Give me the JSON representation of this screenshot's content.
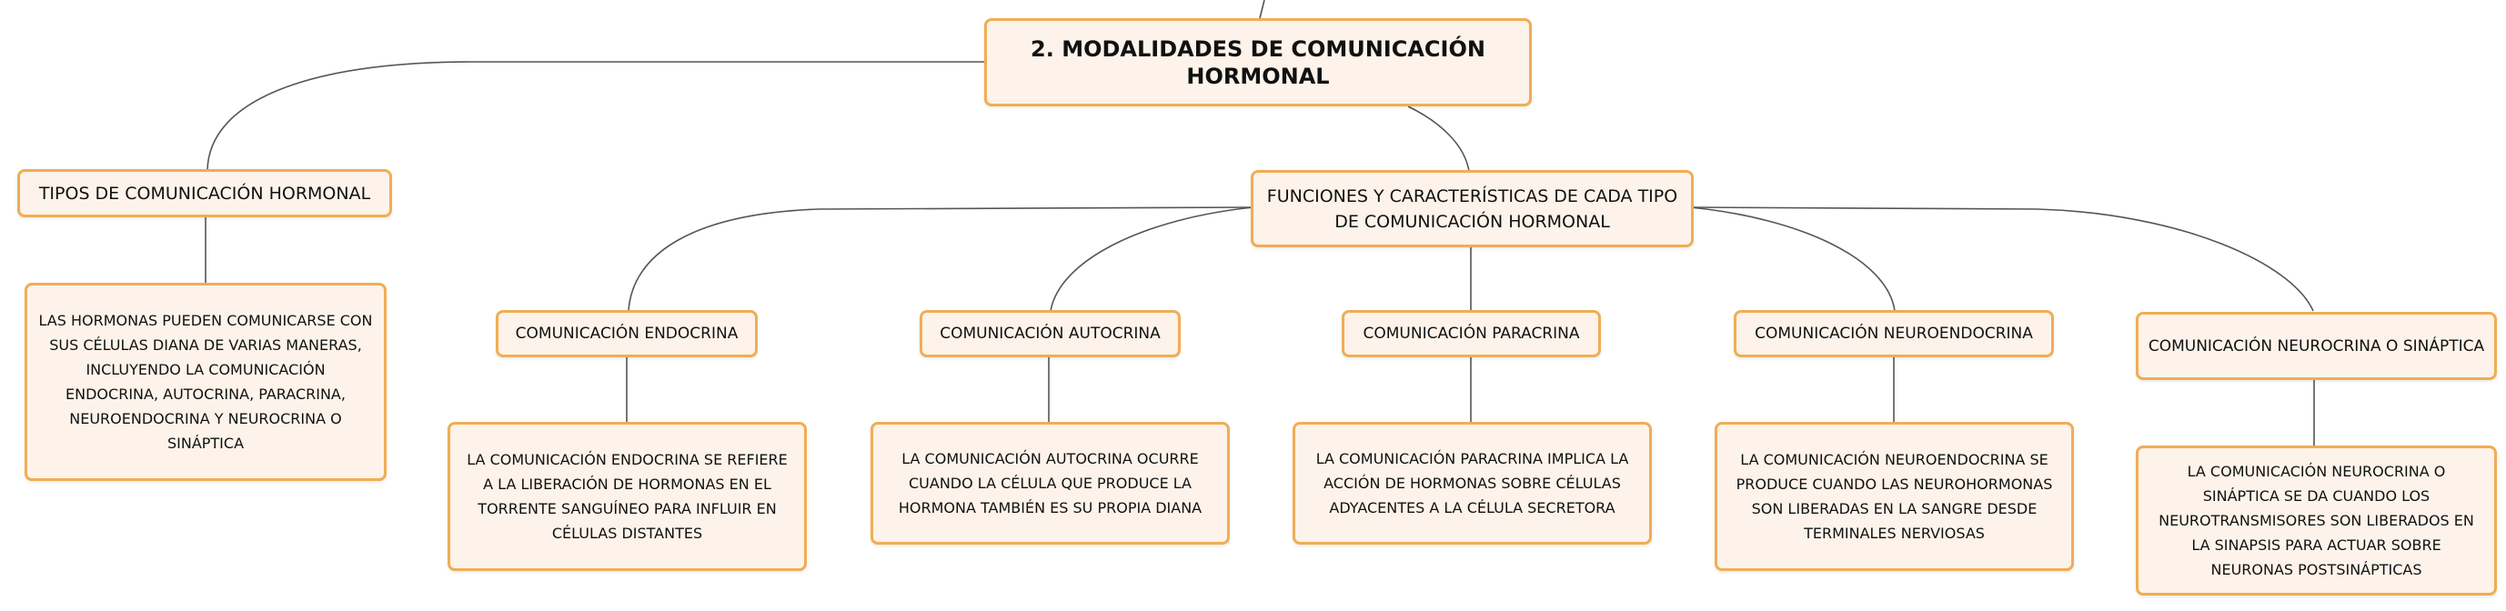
{
  "root": {
    "title": "2. MODALIDADES DE COMUNICACIÓN HORMONAL"
  },
  "tipos": {
    "title": "TIPOS DE COMUNICACIÓN HORMONAL",
    "description": "LAS HORMONAS PUEDEN COMUNICARSE CON SUS CÉLULAS DIANA DE VARIAS MANERAS, INCLUYENDO LA COMUNICACIÓN ENDOCRINA, AUTOCRINA, PARACRINA, NEUROENDOCRINA Y NEUROCRINA O SINÁPTICA"
  },
  "funciones": {
    "title": "FUNCIONES Y CARACTERÍSTICAS DE CADA TIPO DE COMUNICACIÓN HORMONAL"
  },
  "types": [
    {
      "label": "COMUNICACIÓN ENDOCRINA",
      "description": "LA COMUNICACIÓN ENDOCRINA SE REFIERE A LA LIBERACIÓN DE HORMONAS EN EL TORRENTE SANGUÍNEO PARA INFLUIR EN CÉLULAS DISTANTES"
    },
    {
      "label": "COMUNICACIÓN AUTOCRINA",
      "description": "LA COMUNICACIÓN AUTOCRINA OCURRE CUANDO LA CÉLULA QUE PRODUCE LA HORMONA TAMBIÉN ES SU PROPIA DIANA"
    },
    {
      "label": "COMUNICACIÓN PARACRINA",
      "description": "LA COMUNICACIÓN PARACRINA IMPLICA LA ACCIÓN DE HORMONAS SOBRE CÉLULAS ADYACENTES A LA CÉLULA SECRETORA"
    },
    {
      "label": "COMUNICACIÓN NEUROENDOCRINA",
      "description": "LA COMUNICACIÓN NEUROENDOCRINA SE PRODUCE CUANDO LAS NEUROHORMONAS SON LIBERADAS EN LA SANGRE DESDE TERMINALES NERVIOSAS"
    },
    {
      "label": "COMUNICACIÓN NEUROCRINA O SINÁPTICA",
      "description": "LA COMUNICACIÓN NEUROCRINA O SINÁPTICA SE DA CUANDO LOS NEUROTRANSMISORES SON LIBERADOS EN LA SINAPSIS PARA ACTUAR SOBRE NEURONAS POSTSINÁPTICAS"
    }
  ],
  "colors": {
    "node_border": "#f0ad55",
    "node_fill": "#fdf3ea",
    "connector": "#555555"
  }
}
